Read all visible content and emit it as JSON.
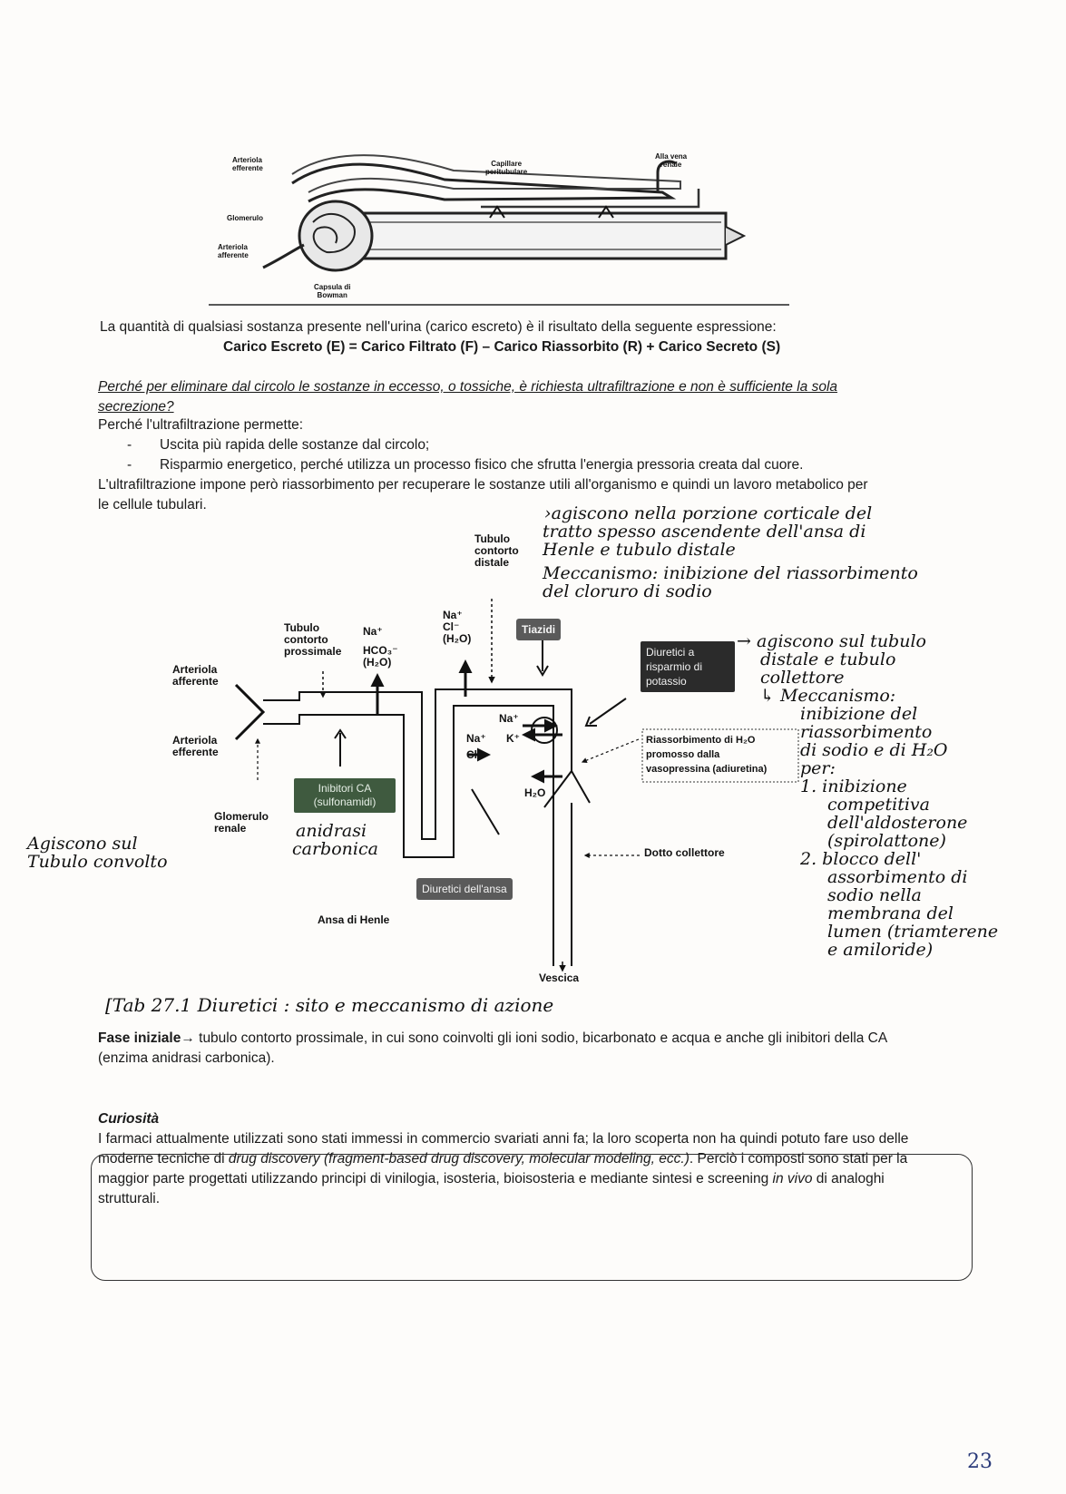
{
  "kidney_figure": {
    "arteriola_efferente": [
      "Arteriola",
      "efferente"
    ],
    "glomerulo": "Glomerulo",
    "arteriola_afferente": [
      "Arteriola",
      "afferente"
    ],
    "capsula": [
      "Capsula di",
      "Bowman"
    ],
    "capillare": [
      "Capillare",
      "peritubulare"
    ],
    "vena": [
      "Alla vena",
      "renale"
    ]
  },
  "formula_intro": "La quantità di qualsiasi sostanza presente nell'urina (carico escreto) è il risultato della seguente espressione:",
  "formula": "Carico Escreto (E) = Carico Filtrato (F) – Carico Riassorbito (R) + Carico Secreto (S)",
  "question": "Perché per eliminare dal circolo le sostanze in eccesso, o tossiche, è richiesta ultrafiltrazione e non è sufficiente la sola secrezione?",
  "answer_intro": "Perché l'ultrafiltrazione permette:",
  "answer_points": [
    "Uscita più rapida delle sostanze dal circolo;",
    "Risparmio energetico, perché utilizza un processo fisico che sfrutta l'energia pressoria creata dal cuore."
  ],
  "answer_conclusion": "L'ultrafiltrazione impone però riassorbimento per recuperare le sostanze utili all'organismo e quindi un lavoro metabolico per le cellule tubulari.",
  "nephron_figure": {
    "tubulo_distale": [
      "Tubulo",
      "contorto",
      "distale"
    ],
    "tubulo_prossimale": [
      "Tubulo",
      "contorto",
      "prossimale"
    ],
    "arteriola_afferente": [
      "Arteriola",
      "afferente"
    ],
    "arteriola_efferente": [
      "Arteriola",
      "efferente"
    ],
    "glomerulo": [
      "Glomerulo",
      "renale"
    ],
    "ions_prox_in": "Na⁺",
    "ions_prox_out": [
      "HCO₃⁻",
      "(H₂O)"
    ],
    "ions_dist": [
      "Na⁺",
      "Cl⁻",
      "(H₂O)"
    ],
    "ions_loop_na": "Na⁺",
    "ions_loop_cl": "Cl⁻",
    "ions_pump_na": "Na⁺",
    "ions_pump_k": "K⁺",
    "ions_h2o": "H₂O",
    "box_tiazidi": "Tiazidi",
    "box_risparmio": [
      "Diuretici a",
      "risparmio di",
      "potassio"
    ],
    "box_inibitori": [
      "Inibitori CA",
      "(sulfonamidi)"
    ],
    "box_ansa": "Diuretici dell'ansa",
    "riassorbimento": [
      "Riassorbimento di H₂O",
      "promosso dalla",
      "vasopressina (adiuretina)"
    ],
    "dotto": "Dotto collettore",
    "ansa_henle": "Ansa di Henle",
    "vescica": "Vescica"
  },
  "handwriting": {
    "tiazidi_note": [
      "agiscono nella porzione corticale del",
      "tratto spesso ascendente dell'ansa di",
      "Henle e tubulo distale",
      "Meccanismo: inibizione del riassorbimento",
      "del cloruro di sodio"
    ],
    "risparmio_note": [
      "agiscono sul tubulo",
      "distale e tubulo",
      "collettore",
      "Meccanismo:",
      "inibizione del",
      "riassorbimento",
      "di sodio e di H₂O",
      "per:",
      "1. inibizione",
      "competitiva",
      "dell'aldosterone",
      "(spirolattone)",
      "2. blocco dell'",
      "assorbimento di",
      "sodio nella",
      "membrana del",
      "lumen (triamterene",
      "e amiloride)"
    ],
    "left_note": [
      "Agiscono sul",
      "Tubulo convolto"
    ],
    "anidrasi": [
      "anidrasi",
      "carbonica"
    ],
    "caption": "[Tab 27.1 Diuretici : sito e meccanismo di azione"
  },
  "fase_iniziale": {
    "label": "Fase iniziale→",
    "text": " tubulo contorto prossimale, in cui sono coinvolti gli ioni sodio, bicarbonato e acqua e anche gli inibitori della CA (enzima anidrasi carbonica)."
  },
  "curiosita": {
    "title": "Curiosità",
    "p1": "I farmaci attualmente utilizzati sono stati immessi in commercio svariati anni fa; la loro scoperta non ha quindi potuto fare uso delle moderne tecniche di ",
    "em1": "drug discovery (fragment-based drug discovery, molecular modeling, ecc.)",
    "p2": ". Perciò i composti sono stati per la maggior parte progettati utilizzando principi di vinilogia, isosteria, bioisosteria e mediante sintesi e screening ",
    "em2": "in vivo",
    "p3": " di analoghi strutturali."
  },
  "page_number": "23"
}
